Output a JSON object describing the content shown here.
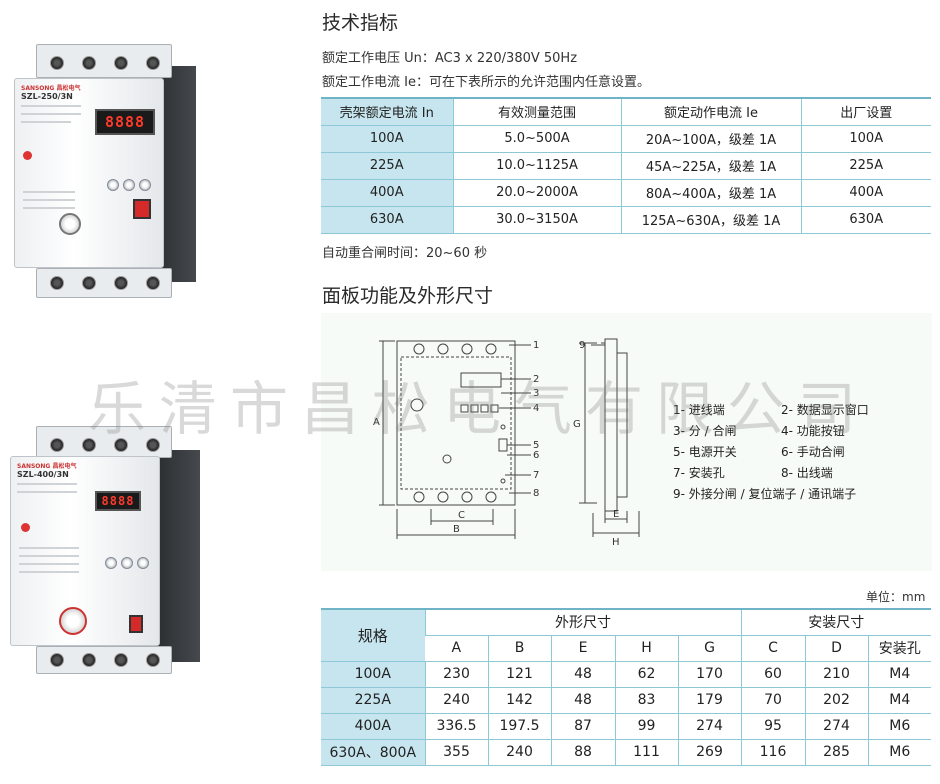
{
  "section1": {
    "title": "技术指标",
    "rated_voltage": "额定工作电压 Un：AC3 x 220/380V  50Hz",
    "rated_current": "额定工作电流 Ie：可在下表所示的允许范围内任意设置。",
    "table": {
      "headers": [
        "壳架额定电流 In",
        "有效测量范围",
        "额定动作电流 Ie",
        "出厂设置"
      ],
      "rows": [
        [
          "100A",
          "5.0~500A",
          "20A~100A，级差 1A",
          "100A"
        ],
        [
          "225A",
          "10.0~1125A",
          "45A~225A，级差 1A",
          "225A"
        ],
        [
          "400A",
          "20.0~2000A",
          "80A~400A，级差 1A",
          "400A"
        ],
        [
          "630A",
          "30.0~3150A",
          "125A~630A，级差 1A",
          "630A"
        ]
      ]
    },
    "reclose": "自动重合闸时间：20~60 秒"
  },
  "section2": {
    "title": "面板功能及外形尺寸",
    "diagram_labels": {
      "A": "A",
      "B": "B",
      "C": "C",
      "E": "E",
      "G": "G",
      "H": "H",
      "n1": "1",
      "n2": "2",
      "n3": "3",
      "n4": "4",
      "n5": "5",
      "n6": "6",
      "n7": "7",
      "n8": "8",
      "n9": "9"
    },
    "legend": {
      "l1": "1- 进线端",
      "l2": "2- 数据显示窗口",
      "l3": "3- 分 / 合闸",
      "l4": "4- 功能按钮",
      "l5": "5- 电源开关",
      "l6": "6- 手动合闸",
      "l7": "7- 安装孔",
      "l8": "8- 出线端",
      "l9": "9- 外接分闸 / 复位端子 / 通讯端子"
    }
  },
  "dims": {
    "unit": "单位：mm",
    "spec_header": "规格",
    "outline_header": "外形尺寸",
    "install_header": "安装尺寸",
    "cols": [
      "A",
      "B",
      "E",
      "H",
      "G",
      "C",
      "D",
      "安装孔"
    ],
    "rows": [
      [
        "100A",
        "230",
        "121",
        "48",
        "62",
        "170",
        "60",
        "210",
        "M4"
      ],
      [
        "225A",
        "240",
        "142",
        "48",
        "83",
        "179",
        "70",
        "202",
        "M4"
      ],
      [
        "400A",
        "336.5",
        "197.5",
        "87",
        "99",
        "274",
        "95",
        "274",
        "M6"
      ],
      [
        "630A、800A",
        "355",
        "240",
        "88",
        "111",
        "269",
        "116",
        "285",
        "M6"
      ]
    ]
  },
  "device1": {
    "brand": "SANSONG 昌松电气",
    "model": "SZL-250/3N",
    "display": "8888"
  },
  "device2": {
    "brand": "SANSONG 昌松电气",
    "model": "SZL-400/3N",
    "display": "8888"
  },
  "watermark": "乐清市昌松电气有限公司",
  "colors": {
    "table_header_fill": "#c6e5ee",
    "table_line": "#8dc8d6",
    "panel_bg": "#f7fbf7",
    "display_red": "#ff3a2a"
  }
}
